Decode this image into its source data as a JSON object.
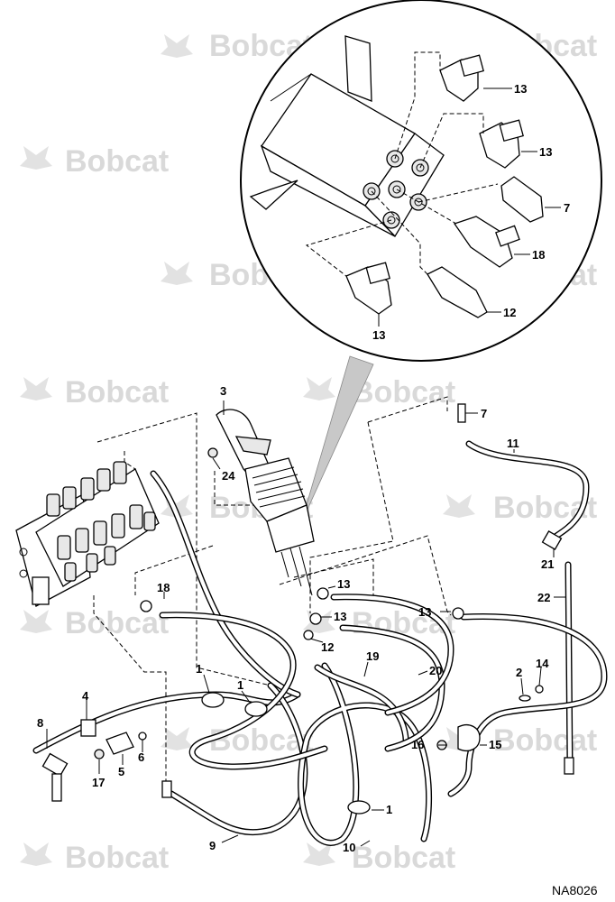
{
  "watermark": {
    "brand_text": "Bobcat"
  },
  "drawing": {
    "reference": "NA8026"
  },
  "callouts": {
    "c1a": "1",
    "c1b": "1",
    "c1c": "1",
    "c2": "2",
    "c3": "3",
    "c4": "4",
    "c5": "5",
    "c6": "6",
    "c7a": "7",
    "c7b": "7",
    "c8": "8",
    "c9": "9",
    "c10": "10",
    "c11": "11",
    "c12a": "12",
    "c12b": "12",
    "c13a": "13",
    "c13b": "13",
    "c13c": "13",
    "c13d": "13",
    "c13e": "13",
    "c13f": "13",
    "c14": "14",
    "c15": "15",
    "c16": "16",
    "c17": "17",
    "c18a": "18",
    "c18b": "18",
    "c19": "19",
    "c20": "20",
    "c21": "21",
    "c22": "22",
    "c24": "24"
  }
}
